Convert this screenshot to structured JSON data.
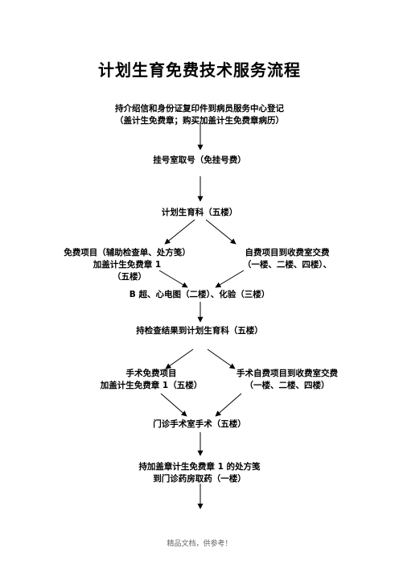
{
  "title": "计划生育免费技术服务流程",
  "steps": {
    "register": {
      "line1": "持介绍信和身份证复印件到病员服务中心登记",
      "line2": "（盖计生免费章；购买加盖计生免费章病历）"
    },
    "ticket": "挂号室取号（免挂号费）",
    "family_planning_dept": "计划生育科（五楼）",
    "free_items": {
      "line1": "免费项目（辅助检查单、处方笺）",
      "line2": "加盖计生免费章 1",
      "line3": "（五楼）"
    },
    "paid_items": {
      "line1": "自费项目到收费室交费",
      "line2": "（一楼、二楼、四楼）、"
    },
    "exams": "B 超、心电图（二楼）、化验（三楼）",
    "return_results": "持检查结果到计划生育科（五楼）",
    "surgery_free": {
      "line1": "手术免费项目",
      "line2": "加盖计生免费章 1（五楼）"
    },
    "surgery_paid": {
      "line1": "手术自费项目到收费室交费",
      "line2": "（一楼、二楼、四楼）"
    },
    "surgery": "门诊手术室手术（五楼）",
    "pharmacy": {
      "line1": "持加盖章计生免费章 1 的处方笺",
      "line2": "到门诊药房取药（一楼）"
    }
  },
  "footer": "精品文档，供参考！"
}
